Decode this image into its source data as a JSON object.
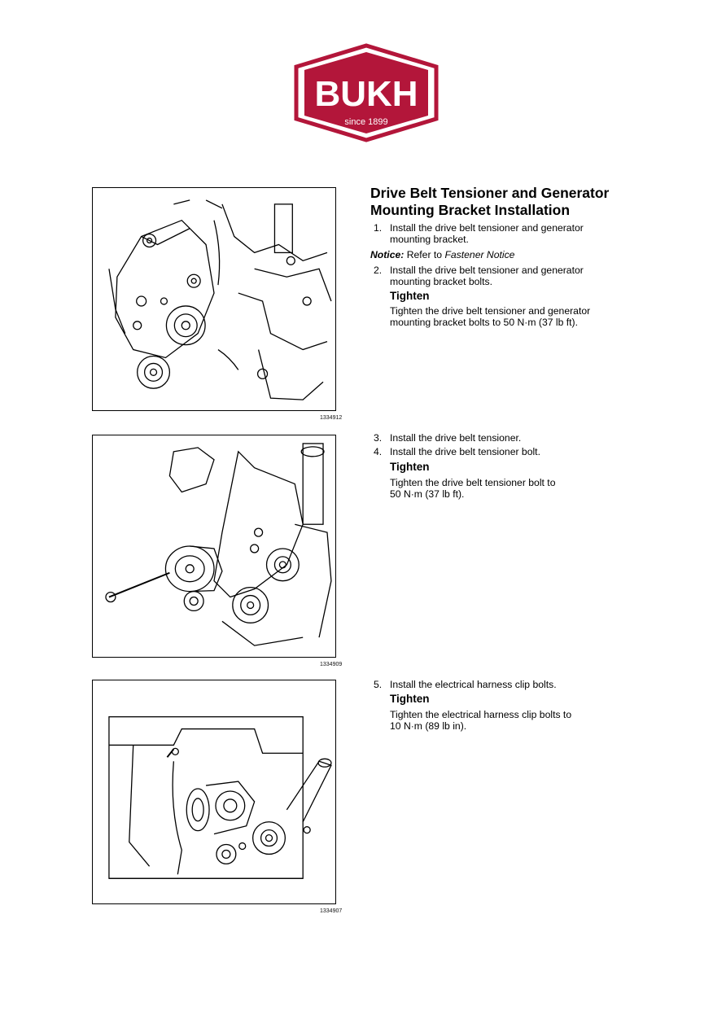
{
  "logo": {
    "brand": "BUKH",
    "tagline": "since 1899",
    "color": "#b3163a"
  },
  "section": {
    "title_line1": "Drive Belt Tensioner and Generator",
    "title_line2": "Mounting Bracket Installation"
  },
  "figures": [
    {
      "id": "1334912"
    },
    {
      "id": "1334909"
    },
    {
      "id": "1334907"
    }
  ],
  "steps": [
    {
      "num": "1.",
      "text": "Install the drive belt tensioner and generator mounting bracket."
    },
    {
      "num": "2.",
      "text": "Install the drive belt tensioner and generator mounting bracket bolts."
    },
    {
      "num": "3.",
      "text": "Install the drive belt tensioner."
    },
    {
      "num": "4.",
      "text": "Install the drive belt tensioner bolt."
    },
    {
      "num": "5.",
      "text": "Install the electrical harness clip bolts."
    }
  ],
  "notice": {
    "label": "Notice:",
    "text": " Refer to ",
    "ref": "Fastener Notice"
  },
  "tighten": [
    {
      "heading": "Tighten",
      "text": "Tighten the drive belt tensioner and generator mounting bracket bolts to 50 N·m (37 lb ft)."
    },
    {
      "heading": "Tighten",
      "text": "Tighten the drive belt tensioner bolt to 50 N·m (37 lb ft)."
    },
    {
      "heading": "Tighten",
      "text": "Tighten the electrical harness clip bolts to 10 N·m (89 lb in)."
    }
  ]
}
